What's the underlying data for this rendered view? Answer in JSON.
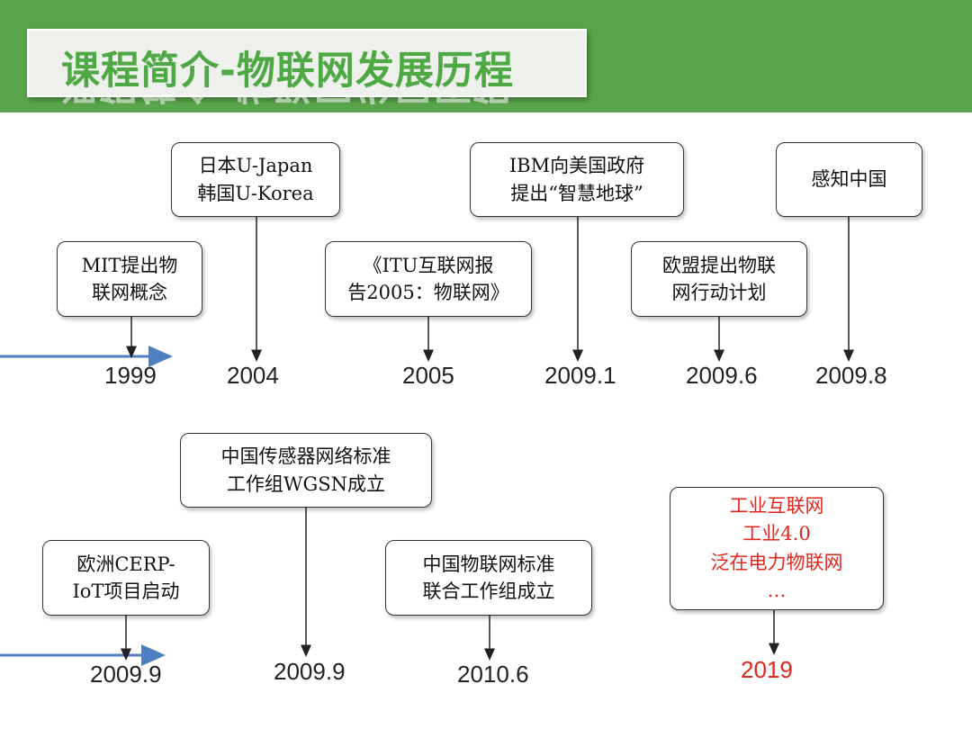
{
  "title": "课程简介-物联网发展历程",
  "row1": [
    {
      "lines": [
        "MIT提出物",
        "联网概念"
      ],
      "year": "1999"
    },
    {
      "lines": [
        "日本U-Japan",
        "韩国U-Korea"
      ],
      "year": "2004"
    },
    {
      "lines": [
        "《ITU互联网报",
        "告2005：物联网》"
      ],
      "year": "2005"
    },
    {
      "lines": [
        "IBM向美国政府",
        "提出“智慧地球”"
      ],
      "year": "2009.1"
    },
    {
      "lines": [
        "欧盟提出物联",
        "网行动计划"
      ],
      "year": "2009.6"
    },
    {
      "lines": [
        "感知中国"
      ],
      "year": "2009.8"
    }
  ],
  "row2": [
    {
      "lines": [
        "欧洲CERP-",
        "IoT项目启动"
      ],
      "year": "2009.9"
    },
    {
      "lines": [
        "中国传感器网络标准",
        "工作组WGSN成立"
      ],
      "year": "2009.9"
    },
    {
      "lines": [
        "中国物联网标准",
        "联合工作组成立"
      ],
      "year": "2010.6"
    },
    {
      "lines": [
        "工业互联网",
        "工业4.0",
        "泛在电力物联网",
        "…"
      ],
      "year": "2019"
    }
  ],
  "colors": {
    "header": "#5aa64c",
    "title": "#4ea844",
    "axis": "#4f7fc1",
    "highlight": "#e3261c"
  }
}
